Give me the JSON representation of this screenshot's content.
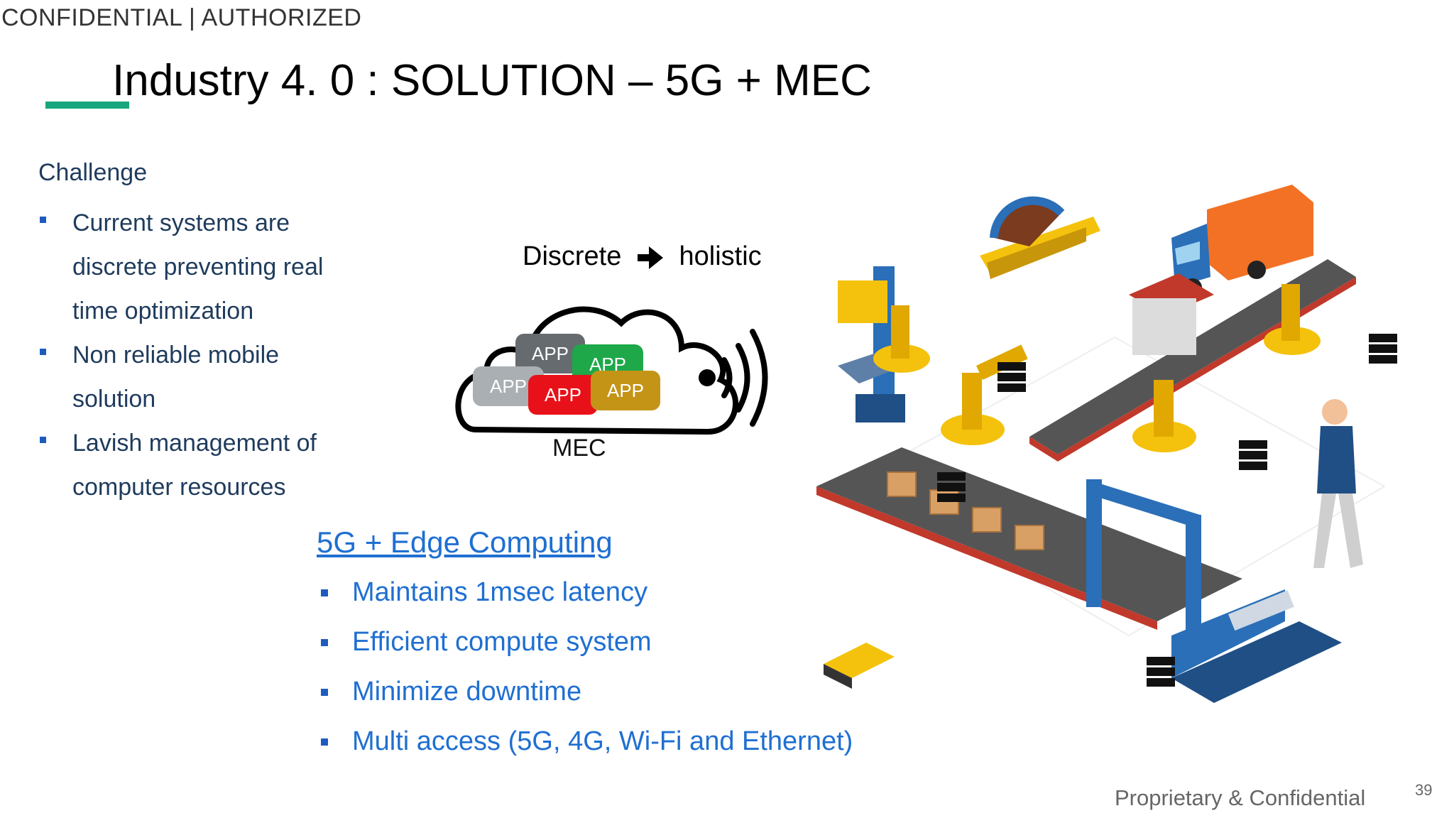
{
  "header": {
    "confidential_label": "CONFIDENTIAL | AUTHORIZED"
  },
  "title": "Industry 4. 0  : SOLUTION – 5G + MEC",
  "challenge": {
    "heading": "Challenge",
    "items": [
      "Current systems are discrete preventing real time optimization",
      "Non reliable mobile solution",
      "Lavish management of computer resources"
    ]
  },
  "diagram": {
    "left_word": "Discrete",
    "right_word": "holistic",
    "apps": [
      "APP",
      "APP",
      "APP",
      "APP",
      "APP"
    ],
    "app_colors": [
      "#666b70",
      "#1ea84a",
      "#a9afb3",
      "#e8111a",
      "#c49417"
    ],
    "mec_label": "MEC"
  },
  "edge": {
    "heading": "5G + Edge Computing",
    "items": [
      "Maintains 1msec latency",
      "Efficient compute system",
      "Minimize downtime",
      "Multi access (5G, 4G, Wi-Fi and Ethernet)"
    ]
  },
  "footer": {
    "text": "Proprietary & Confidential",
    "page_number": "39"
  },
  "colors": {
    "accent": "#17a67d",
    "link_blue": "#1f6fd1",
    "bullet_blue": "#1e5bbf"
  }
}
